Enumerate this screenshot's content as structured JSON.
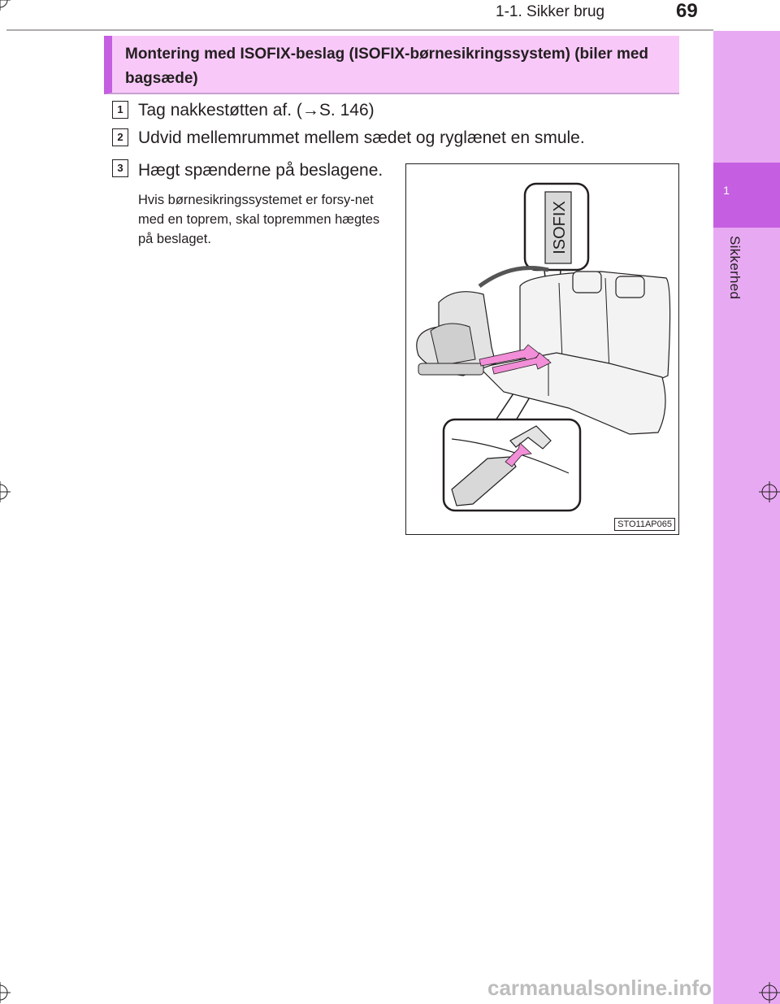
{
  "header": {
    "section": "1-1. Sikker brug",
    "page_number": "69"
  },
  "sidebar": {
    "chapter_number": "1",
    "chapter_label": "Sikkerhed"
  },
  "title": "Montering med ISOFIX-beslag (ISOFIX-børnesikringssystem) (biler med bagsæde)",
  "steps": [
    {
      "number": "1",
      "text": "Tag nakkestøtten af. (→S. 146)"
    },
    {
      "number": "2",
      "text": "Udvid mellemrummet mellem sædet og ryglænet en smule."
    },
    {
      "number": "3",
      "text": "Hægt spænderne på beslagene."
    }
  ],
  "note": "Hvis børnesikringssystemet er forsy-net med en toprem, skal topremmen hægtes på beslaget.",
  "figure": {
    "label": "ISOFIX",
    "code": "STO11AP065"
  },
  "watermark": "carmanualsonline.info",
  "colors": {
    "accent": "#c55ee0",
    "accent_light": "#e8a9f3",
    "title_bg": "#f8c9f8",
    "arrow_pink": "#f28fd8"
  }
}
